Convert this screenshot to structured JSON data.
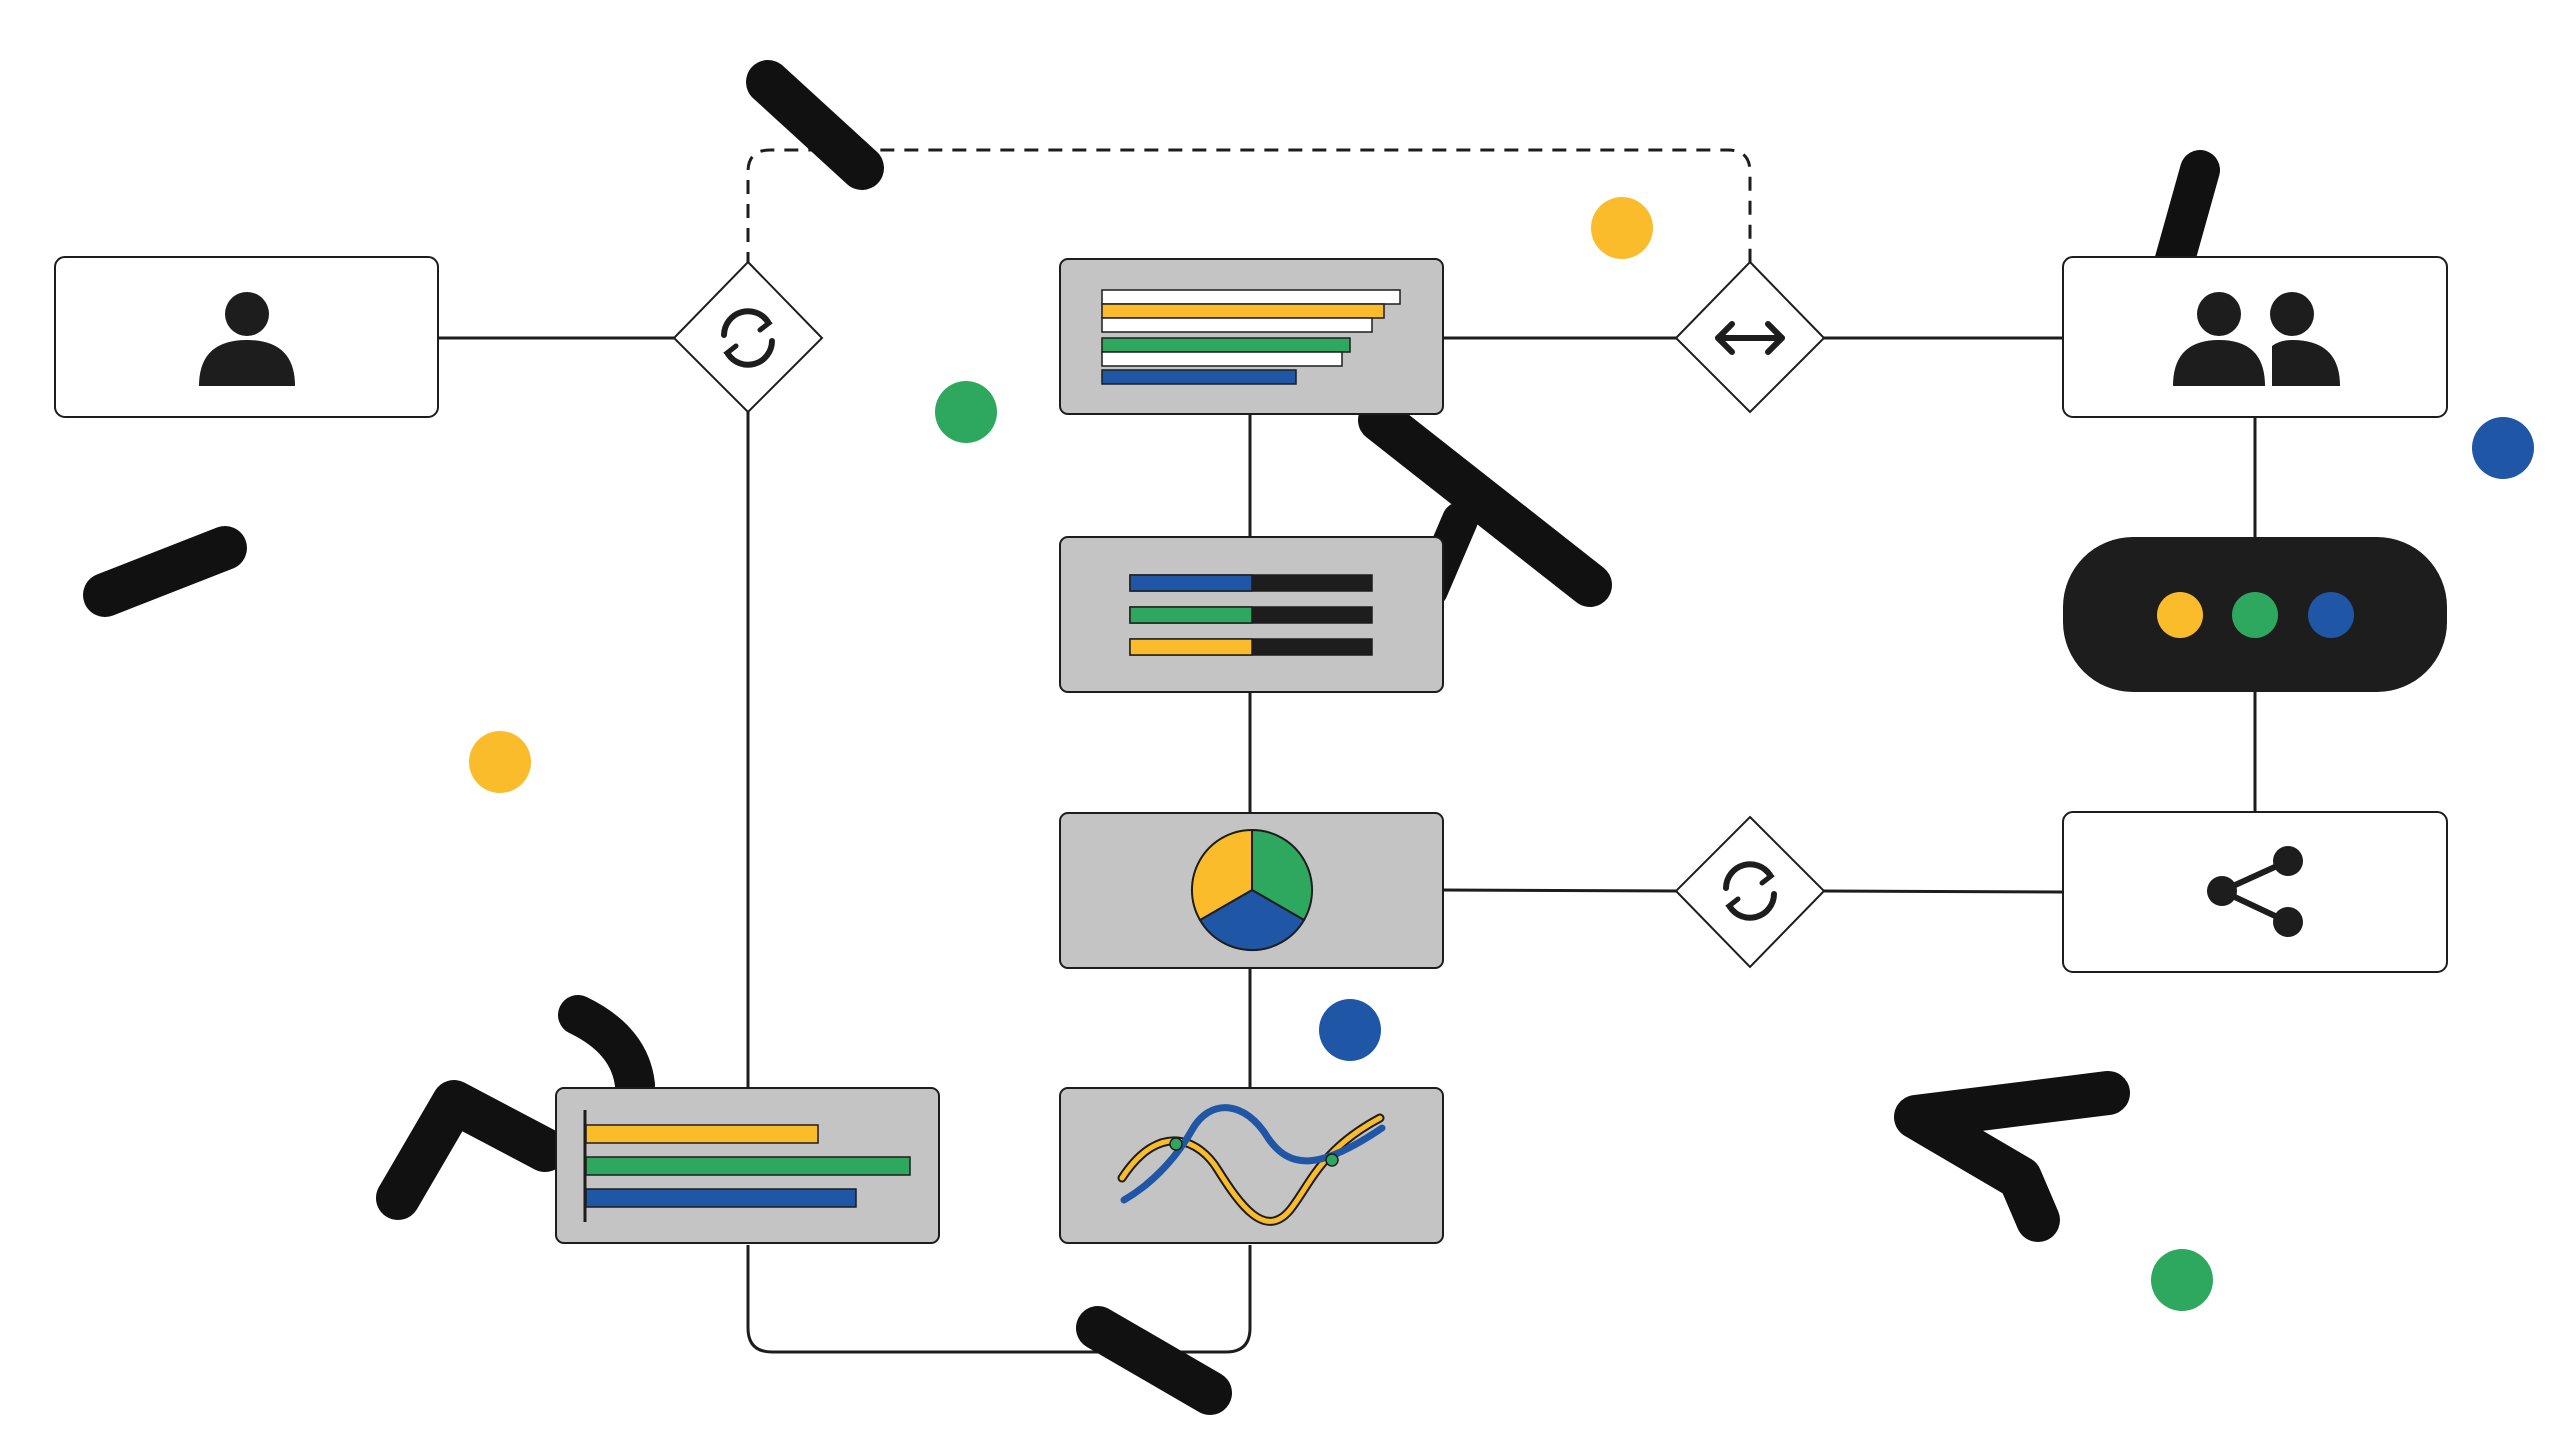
{
  "diagram": {
    "colors": {
      "yellow": "#FBBC2C",
      "green": "#2EA85E",
      "blue": "#1F56A6",
      "black": "#1d1d1d",
      "panel_gray": "#C4C4C4",
      "white": "#ffffff"
    },
    "nodes": [
      {
        "id": "user",
        "icon": "user-icon",
        "style": "white-card"
      },
      {
        "id": "bar-chart-top",
        "icon": "stacked-bars-icon",
        "style": "gray-card"
      },
      {
        "id": "progress-bars",
        "icon": "progress-bars-icon",
        "style": "gray-card"
      },
      {
        "id": "pie-chart",
        "icon": "pie-chart-icon",
        "style": "gray-card"
      },
      {
        "id": "line-chart",
        "icon": "line-chart-icon",
        "style": "gray-card"
      },
      {
        "id": "bar-chart-bottom",
        "icon": "horizontal-bars-icon",
        "style": "gray-card"
      },
      {
        "id": "group",
        "icon": "group-users-icon",
        "style": "white-card"
      },
      {
        "id": "status-pill",
        "icon": "three-dots-icon",
        "style": "black-pill"
      },
      {
        "id": "share",
        "icon": "share-icon",
        "style": "white-card"
      }
    ],
    "junctions": [
      {
        "id": "sync-left",
        "icon": "sync-icon"
      },
      {
        "id": "swap",
        "icon": "arrows-left-right-icon"
      },
      {
        "id": "sync-right",
        "icon": "sync-icon"
      }
    ],
    "connectors": [
      {
        "from": "user",
        "to": "sync-left",
        "style": "solid"
      },
      {
        "from": "sync-left",
        "to": "bar-chart-bottom",
        "style": "solid"
      },
      {
        "from": "sync-left",
        "to": "swap",
        "style": "dashed"
      },
      {
        "from": "bar-chart-top",
        "to": "swap",
        "style": "solid"
      },
      {
        "from": "swap",
        "to": "group",
        "style": "solid"
      },
      {
        "from": "bar-chart-top",
        "to": "line-chart",
        "style": "solid"
      },
      {
        "from": "bar-chart-bottom",
        "to": "line-chart",
        "style": "solid"
      },
      {
        "from": "pie-chart",
        "to": "sync-right",
        "style": "solid"
      },
      {
        "from": "sync-right",
        "to": "share",
        "style": "solid"
      },
      {
        "from": "group",
        "to": "share",
        "style": "solid"
      }
    ],
    "decor": {
      "dot_colors": [
        "yellow",
        "green",
        "blue",
        "yellow",
        "green",
        "blue",
        "yellow",
        "green",
        "blue"
      ],
      "strokes": "black-brush-strokes"
    }
  }
}
